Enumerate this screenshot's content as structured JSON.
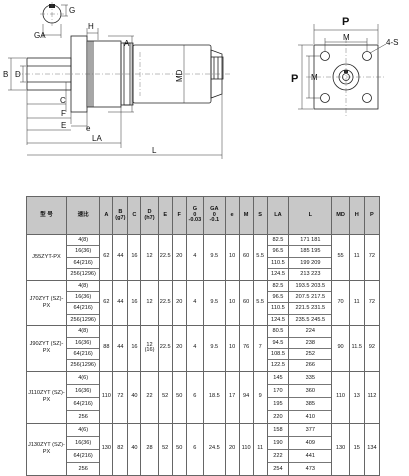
{
  "drawing": {
    "labels": {
      "p": "P",
      "m": "M",
      "hole": "4-S",
      "ga": "GA",
      "g": "G",
      "h": "H",
      "a": "A",
      "md": "MD",
      "b": "B",
      "d": "D",
      "c": "C",
      "f": "F",
      "e": "E",
      "la": "LA",
      "l": "L",
      "e_small": "e"
    }
  },
  "table": {
    "headers": {
      "model": "型 号",
      "ratio": "速比",
      "a": "A",
      "b": "B",
      "b_sub": "(g7)",
      "c": "C",
      "d": "D",
      "d_sub": "(h7)",
      "e": "E",
      "f": "F",
      "g": "G",
      "g_tol_top": "0",
      "g_tol_bot": "-0.03",
      "ga": "GA",
      "ga_tol_top": "0",
      "ga_tol_bot": "-0.1",
      "e_small": "e",
      "m": "M",
      "s": "S",
      "la": "LA",
      "l": "L",
      "md": "MD",
      "h": "H",
      "p": "P"
    },
    "rows": [
      {
        "model": "J55ZYT-PX",
        "ratios": [
          "4(8)",
          "16(36)",
          "64(216)",
          "256(1296)"
        ],
        "a": "62",
        "b": "44",
        "c": "16",
        "d": "12",
        "e": "22.5",
        "f": "20",
        "g": "4",
        "ga": "9.5",
        "e_small": "10",
        "m": "60",
        "s": "5.5",
        "la": [
          "82.5",
          "96.5",
          "110.5",
          "124.5"
        ],
        "l": [
          "171  181",
          "185  195",
          "199  209",
          "213  223"
        ],
        "md": "55",
        "h": "11",
        "p": "72"
      },
      {
        "model": "J70ZYT (SZ)-PX",
        "ratios": [
          "4(8)",
          "16(36)",
          "64(216)",
          "256(1296)"
        ],
        "a": "62",
        "b": "44",
        "c": "16",
        "d": "12",
        "e": "22.5",
        "f": "20",
        "g": "4",
        "ga": "9.5",
        "e_small": "10",
        "m": "60",
        "s": "5.5",
        "la": [
          "82.5",
          "96.5",
          "110.5",
          "124.5"
        ],
        "l": [
          "193.5  203.5",
          "207.5  217.5",
          "221.5  231.5",
          "235.5  245.5"
        ],
        "md": "70",
        "h": "11",
        "p": "72"
      },
      {
        "model": "J90ZYT (SZ)-PX",
        "ratios": [
          "4(8)",
          "16(36)",
          "64(216)",
          "256(1296)"
        ],
        "a": "88",
        "b": "44",
        "c": "16",
        "d": "12",
        "d_alt": "(16)",
        "e": "22.5",
        "f": "20",
        "g": "4",
        "ga": "9.5",
        "e_small": "10",
        "m": "76",
        "s": "7",
        "la": [
          "80.5",
          "94.5",
          "108.5",
          "122.5"
        ],
        "l": [
          "224",
          "238",
          "252",
          "266"
        ],
        "md": "90",
        "h": "11.5",
        "p": "92"
      },
      {
        "model": "J110ZYT (SZ)-PX",
        "ratios": [
          "4(6)",
          "16(36)",
          "64(216)",
          "256"
        ],
        "a": "110",
        "b": "72",
        "c": "40",
        "d": "22",
        "e": "52",
        "f": "50",
        "g": "6",
        "ga": "18.5",
        "e_small": "17",
        "m": "94",
        "s": "9",
        "la": [
          "145",
          "170",
          "195",
          "220"
        ],
        "l": [
          "335",
          "360",
          "385",
          "410"
        ],
        "md": "110",
        "h": "13",
        "p": "112"
      },
      {
        "model": "J130ZYT (SZ)-PX",
        "ratios": [
          "4(6)",
          "16(36)",
          "64(216)",
          "256"
        ],
        "a": "130",
        "b": "82",
        "c": "40",
        "d": "28",
        "e": "52",
        "f": "50",
        "g": "6",
        "ga": "24.5",
        "e_small": "20",
        "m": "110",
        "s": "11",
        "la": [
          "158",
          "190",
          "222",
          "254"
        ],
        "l": [
          "377",
          "409",
          "441",
          "473"
        ],
        "md": "130",
        "h": "15",
        "p": "134"
      }
    ]
  }
}
